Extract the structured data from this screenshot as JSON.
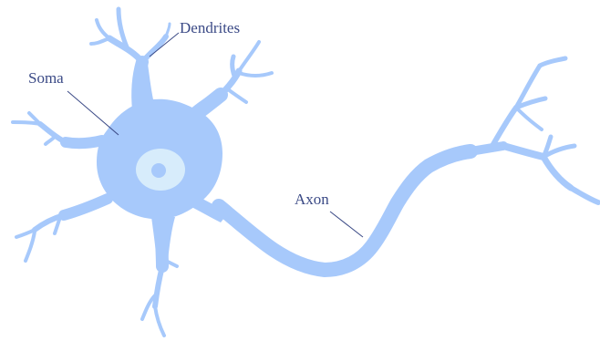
{
  "colors": {
    "cell": "#a7c9fb",
    "nucleus": "#d7ecfb",
    "nucleolus": "#a7c9fb",
    "label_text": "#3b4a86",
    "leader_line": "#3b4a86",
    "background": "#ffffff"
  },
  "labels": {
    "dendrites": "Dendrites",
    "soma": "Soma",
    "axon": "Axon"
  }
}
